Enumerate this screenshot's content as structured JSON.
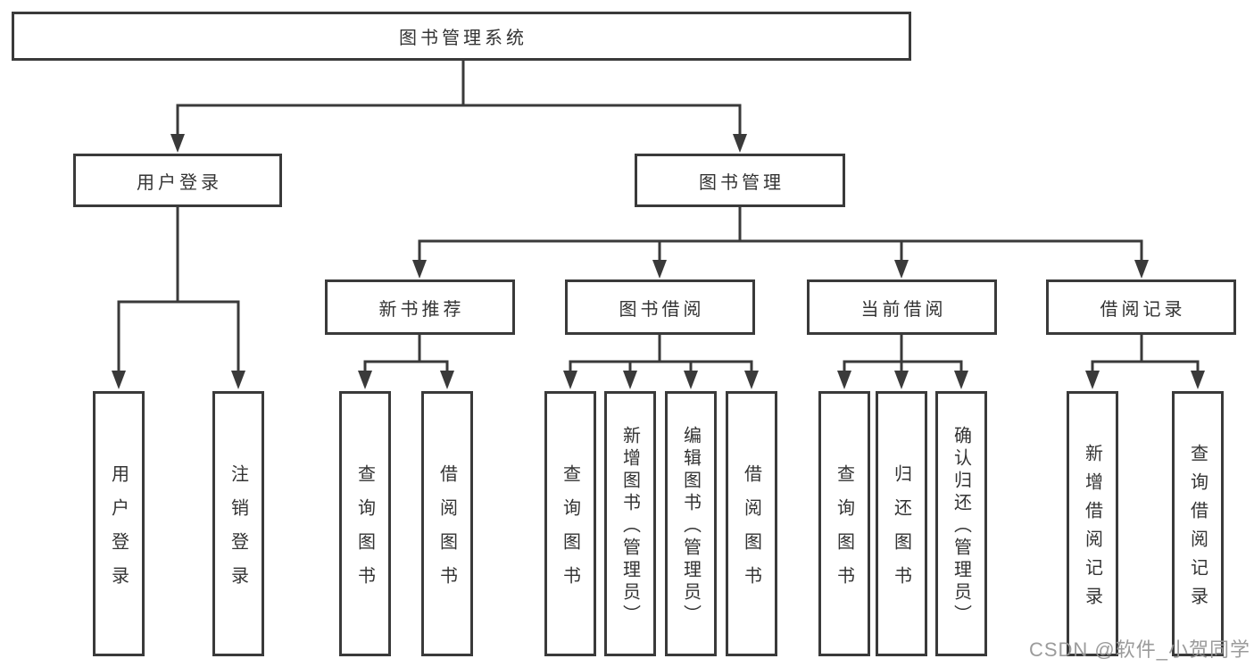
{
  "title": "图书管理系统",
  "user_login": {
    "label": "用户登录",
    "children": [
      "用户登录",
      "注销登录"
    ]
  },
  "book_manage": {
    "label": "图书管理",
    "new_book": {
      "label": "新书推荐",
      "children": [
        "查询图书",
        "借阅图书"
      ]
    },
    "book_borrow": {
      "label": "图书借阅",
      "children": [
        "查询图书",
        "新增图书（管理员）",
        "编辑图书（管理员）",
        "借阅图书"
      ]
    },
    "current_borrow": {
      "label": "当前借阅",
      "children": [
        "查询图书",
        "归还图书",
        "确认归还（管理员）"
      ]
    },
    "borrow_record": {
      "label": "借阅记录",
      "children": [
        "新增借阅记录",
        "查询借阅记录"
      ]
    }
  },
  "watermark": "CSDN @软件_小贺同学",
  "colors": {
    "line": "#3a3a3a",
    "text": "#333333",
    "watermark": "#969696",
    "background": "#ffffff"
  }
}
